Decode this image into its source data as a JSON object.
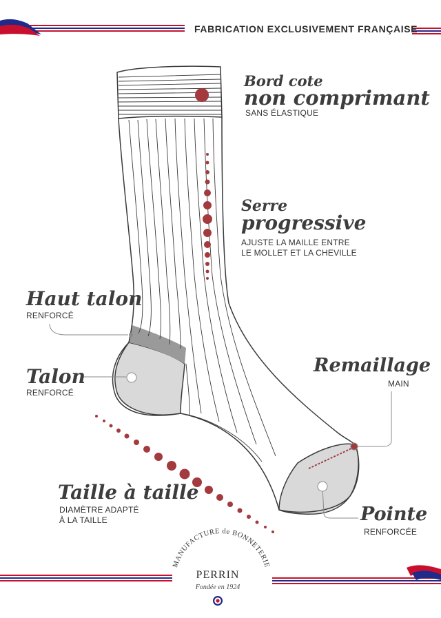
{
  "header": {
    "title": "FABRICATION EXCLUSIVEMENT FRANÇAISE"
  },
  "features": {
    "bord_cote": {
      "title_line1": "Bord cote",
      "title_line2": "non comprimant",
      "subtitle": "SANS ÉLASTIQUE"
    },
    "serre": {
      "title_line1": "Serre",
      "title_line2": "progressive",
      "subtitle_line1": "AJUSTE LA MAILLE ENTRE",
      "subtitle_line2": "LE MOLLET ET LA CHEVILLE"
    },
    "haut_talon": {
      "title": "Haut talon",
      "subtitle": "RENFORCÉ"
    },
    "talon": {
      "title": "Talon",
      "subtitle": "RENFORCÉ"
    },
    "remaillage": {
      "title": "Remaillage",
      "subtitle": "MAIN"
    },
    "taille": {
      "title": "Taille à taille",
      "subtitle_line1": "DIAMÈTRE ADAPTÉ",
      "subtitle_line2": "À LA TAILLE"
    },
    "pointe": {
      "title": "Pointe",
      "subtitle": "RENFORCÉE"
    }
  },
  "brand": {
    "arc_text": "MANUFACTURE de BONNETERIE",
    "name": "PERRIN",
    "founded": "Fondée en 1924"
  },
  "colors": {
    "accent_red": "#a23a3e",
    "flag_blue": "#1f2a8a",
    "flag_red": "#c8102e",
    "sock_line": "#3a3a3a",
    "reinforced_gray": "#d9d9d9",
    "heel_band_gray": "#9a9a9a"
  }
}
